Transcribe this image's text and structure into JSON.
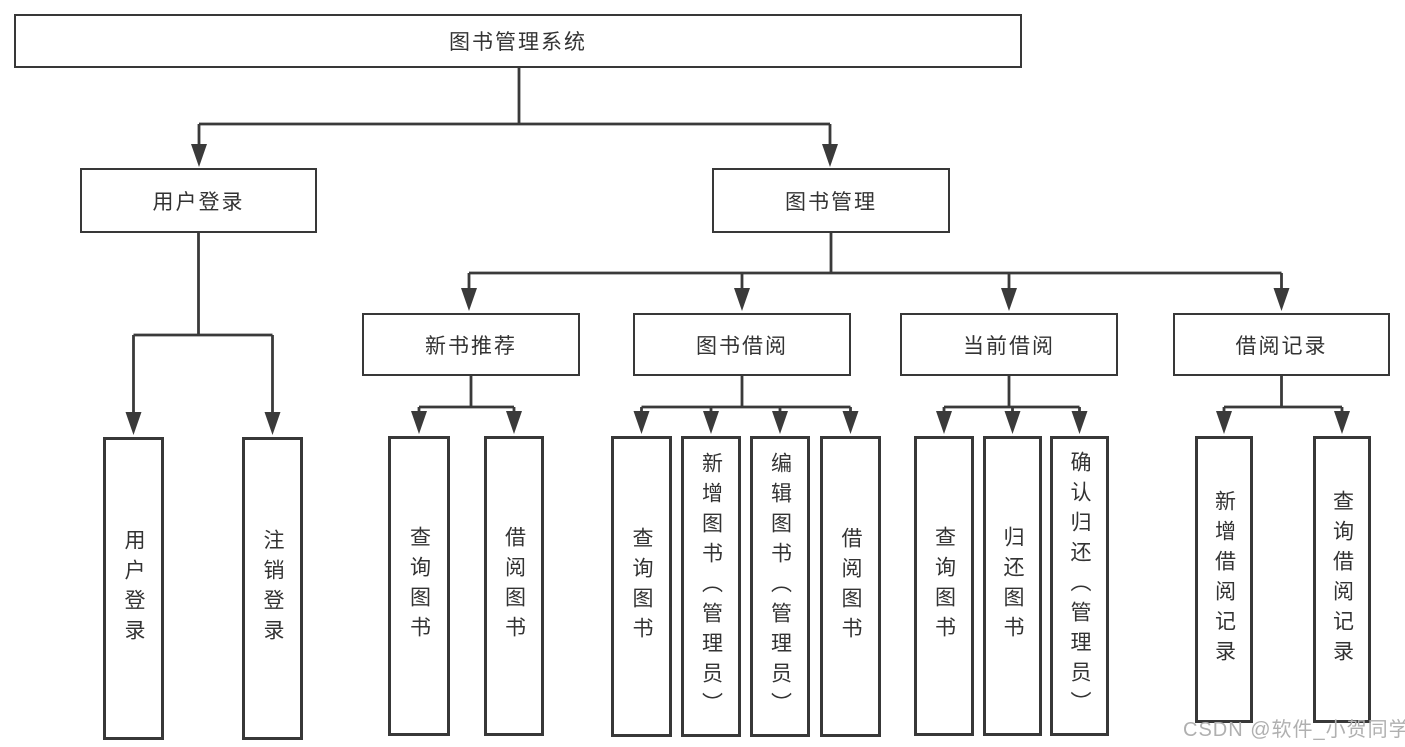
{
  "nodes": {
    "root": "图书管理系统",
    "login_group": "用户登录",
    "book_mgmt": "图书管理",
    "new_book_rec": "新书推荐",
    "book_borrow": "图书借阅",
    "current_borrow": "当前借阅",
    "borrow_record": "借阅记录",
    "leaf_user_login": "用户登录",
    "leaf_logout": "注销登录",
    "leaf_query_book_rec": "查询图书",
    "leaf_borrow_book_rec": "借阅图书",
    "leaf_query_book_borrow": "查询图书",
    "leaf_add_book": "新增图书（管理员）",
    "leaf_edit_book": "编辑图书（管理员）",
    "leaf_borrow_book_borrow": "借阅图书",
    "leaf_query_book_current": "查询图书",
    "leaf_return_book": "归还图书",
    "leaf_confirm_return": "确认归还（管理员）",
    "leaf_add_borrow_record": "新增借阅记录",
    "leaf_query_borrow_record": "查询借阅记录"
  },
  "hierarchy": {
    "图书管理系统": {
      "用户登录": [
        "用户登录",
        "注销登录"
      ],
      "图书管理": {
        "新书推荐": [
          "查询图书",
          "借阅图书"
        ],
        "图书借阅": [
          "查询图书",
          "新增图书（管理员）",
          "编辑图书（管理员）",
          "借阅图书"
        ],
        "当前借阅": [
          "查询图书",
          "归还图书",
          "确认归还（管理员）"
        ],
        "借阅记录": [
          "新增借阅记录",
          "查询借阅记录"
        ]
      }
    }
  },
  "watermark": "CSDN @软件_小贺同学",
  "colors": {
    "line": "#3a3a3a",
    "box_border": "#383838",
    "text": "#333333",
    "watermark": "#b0b0b0",
    "background": "#ffffff"
  }
}
